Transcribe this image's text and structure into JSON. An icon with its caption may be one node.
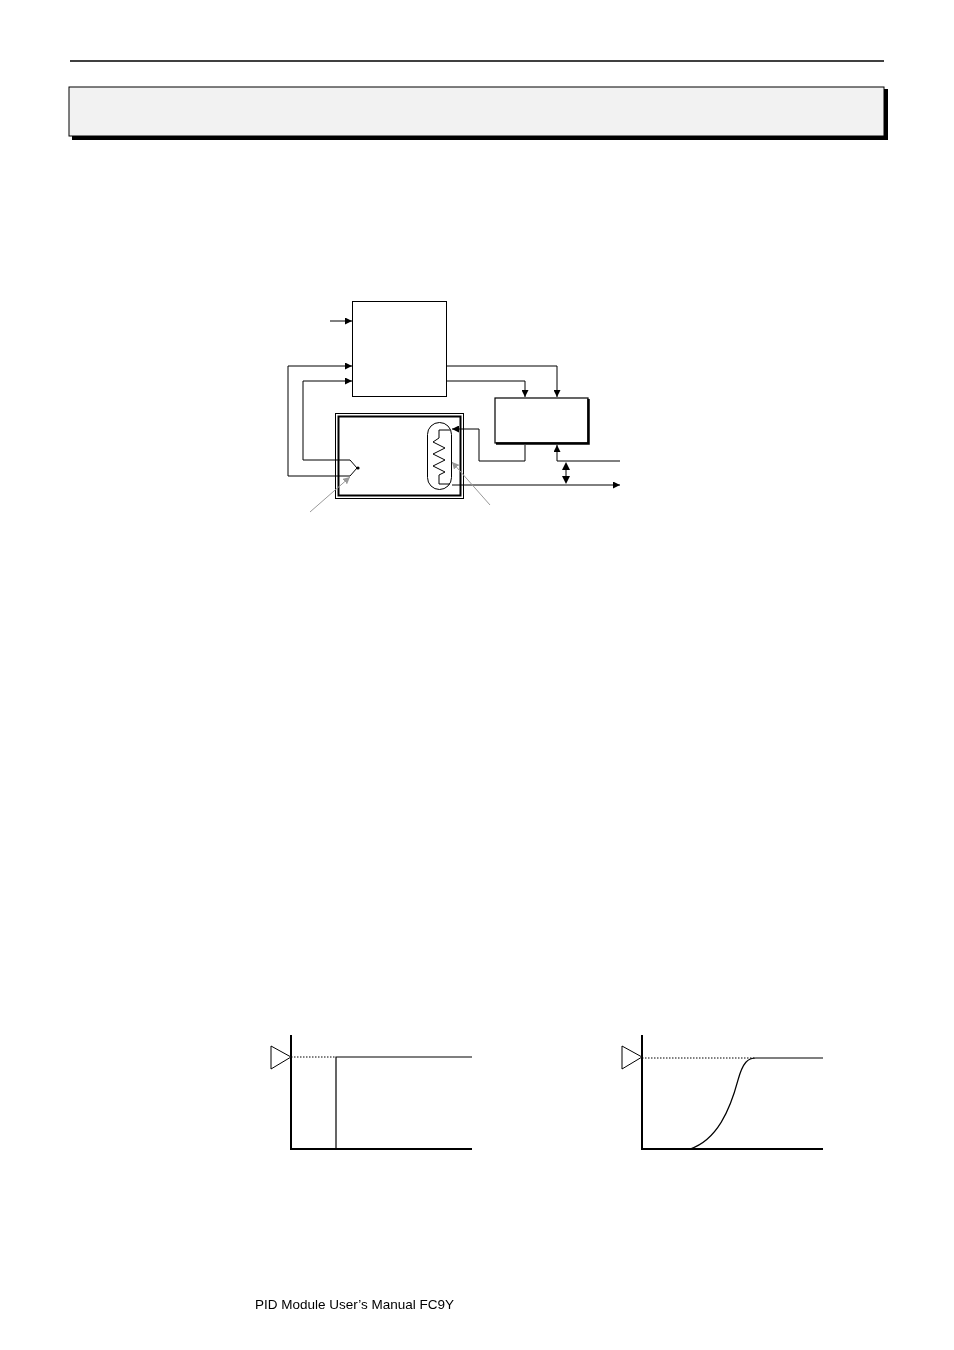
{
  "diagram": {
    "nodes": [
      {
        "text": [],
        "shape": "box"
      },
      {
        "text": [],
        "shape": "box"
      },
      {
        "text": [],
        "shape": "box"
      },
      {
        "text": [],
        "shape": "pentagon",
        "in": 2
      },
      {
        "text": [],
        "shape": "capsule",
        "in": 2
      }
    ],
    "edges": [
      {
        "from": null,
        "to": 0,
        "arrow": "to"
      },
      {
        "from": 0,
        "to": 1,
        "arrow": "to"
      },
      {
        "from": 0,
        "to": 1,
        "arrow": "to"
      },
      {
        "from": 3,
        "to": 0,
        "arrow": "to"
      },
      {
        "from": 3,
        "to": 0,
        "arrow": "to"
      },
      {
        "from": 1,
        "to": 4,
        "arrow": "to"
      },
      {
        "from": 4,
        "to": null,
        "arrow": "to"
      },
      {
        "from": null,
        "to": 1,
        "arrow": "to"
      },
      {
        "from": null,
        "to": 3,
        "arrow": "to",
        "color": "#999999"
      },
      {
        "from": null,
        "to": 4,
        "arrow": "to",
        "color": "#999999"
      }
    ],
    "labels": [
      "PID Module User’s Manual FC9Y"
    ]
  }
}
